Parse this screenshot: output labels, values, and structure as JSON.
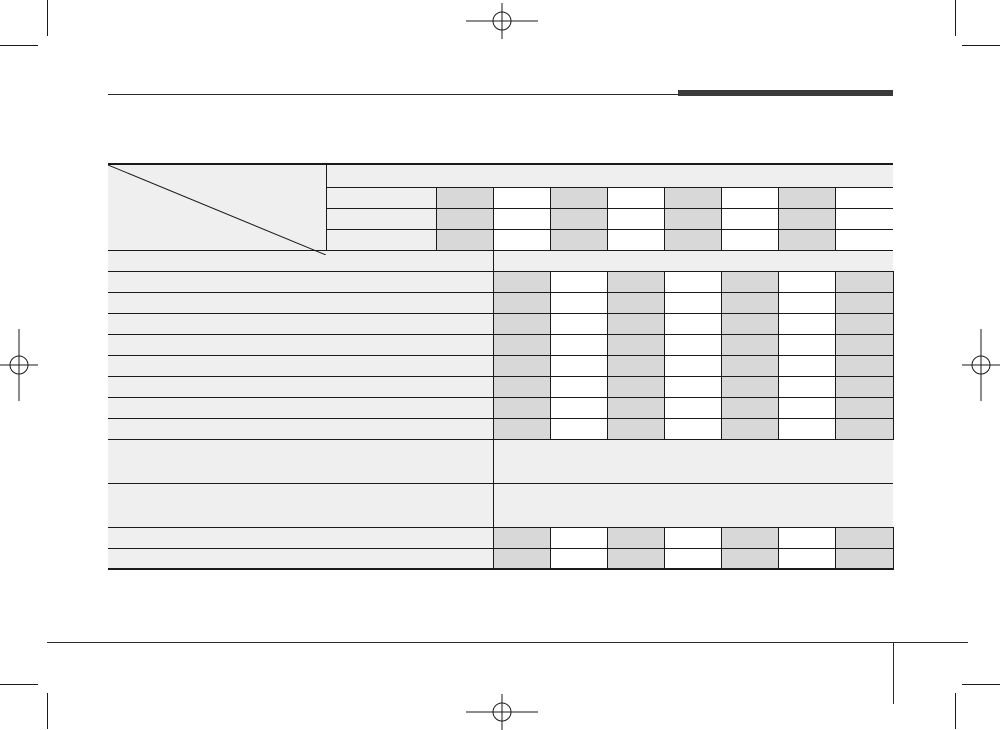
{
  "document": {
    "header": {
      "title": ""
    },
    "spec_table": {
      "corner_header": "",
      "top_header": "",
      "sub_header_rows": [
        "",
        "",
        ""
      ],
      "data_columns": 8,
      "section_rows": [
        {
          "label": "",
          "type": "band"
        },
        {
          "label": "",
          "type": "cells"
        },
        {
          "label": "",
          "type": "cells"
        },
        {
          "label": "",
          "type": "cells"
        },
        {
          "label": "",
          "type": "cells"
        },
        {
          "label": "",
          "type": "cells"
        },
        {
          "label": "",
          "type": "cells"
        },
        {
          "label": "",
          "type": "cells"
        },
        {
          "label": "",
          "type": "cells"
        },
        {
          "label": "",
          "type": "band-tall"
        },
        {
          "label": "",
          "type": "band-tall"
        },
        {
          "label": "",
          "type": "cells"
        },
        {
          "label": "",
          "type": "cells"
        }
      ]
    },
    "footer": {
      "page_number": ""
    }
  },
  "colors": {
    "shaded_cell": "#d8d8d8",
    "band": "#efefef",
    "rule": "#1a1a1a"
  }
}
